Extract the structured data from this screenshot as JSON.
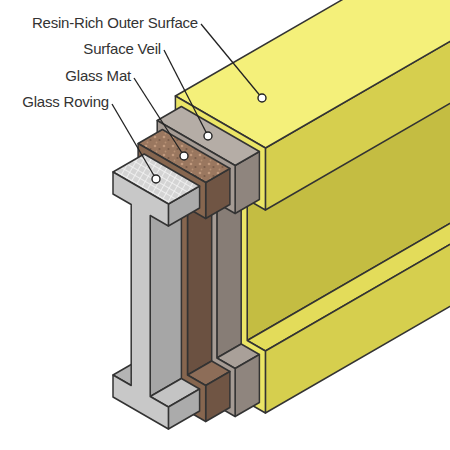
{
  "diagram": {
    "labels": [
      "Resin-Rich Outer Surface",
      "Surface Veil",
      "Glass Mat",
      "Glass Roving"
    ]
  }
}
